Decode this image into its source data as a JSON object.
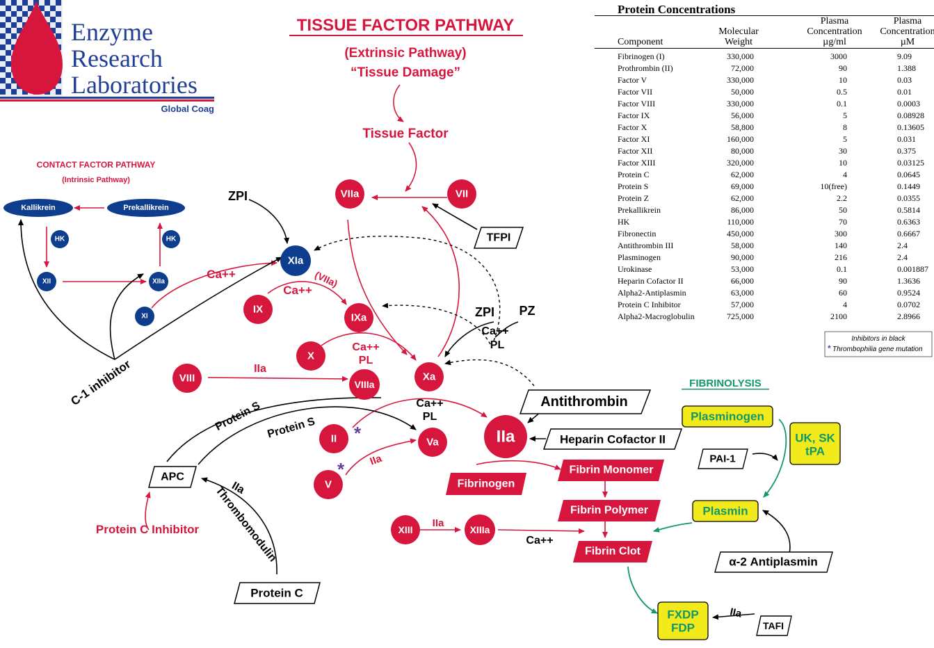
{
  "brand": {
    "line1": "Enzyme",
    "line2": "Research",
    "line3": "Laboratories",
    "sub": "Global Coag"
  },
  "title": {
    "main": "TISSUE FACTOR PATHWAY",
    "sub1": "(Extrinsic Pathway)",
    "sub2": "“Tissue Damage”",
    "tissue_factor": "Tissue Factor"
  },
  "contact": {
    "title": "CONTACT FACTOR PATHWAY",
    "sub": "(Intrinsic Pathway)",
    "kallikrein": "Kallikrein",
    "prekallikrein": "Prekallikrein",
    "hk1": "HK",
    "hk2": "HK",
    "xii": "XII",
    "xiia": "XIIa",
    "xi": "XI",
    "c1": "C-1 inhibitor"
  },
  "factors": {
    "vii": "VII",
    "viia": "VIIa",
    "xia": "XIa",
    "ix": "IX",
    "ixa": "IXa",
    "x": "X",
    "xa": "Xa",
    "viii": "VIII",
    "viiia": "VIIIa",
    "ii": "II",
    "iia": "IIa",
    "v": "V",
    "va": "Va",
    "xiii": "XIII",
    "xiiia": "XIIIa"
  },
  "labels": {
    "zpi1": "ZPI",
    "tfpi": "TFPI",
    "ca1": "Ca++",
    "ca2": "Ca++",
    "viia_paren": "(VIIa)",
    "ca3a": "Ca++",
    "ca3b": "PL",
    "zpi2": "ZPI",
    "pz": "PZ",
    "ca4a": "Ca++",
    "ca4b": "PL",
    "iia1": "IIa",
    "ca5a": "Ca++",
    "ca5b": "PL",
    "antithrombin": "Antithrombin",
    "heparin": "Heparin Cofactor II",
    "protein_s1": "Protein S",
    "protein_s2": "Protein S",
    "apc": "APC",
    "iia2": "IIa",
    "iia3": "IIa",
    "thrombomodulin": "Thrombomodulin",
    "pci": "Protein C Inhibitor",
    "protein_c": "Protein C",
    "fibrinogen": "Fibrinogen",
    "fibrin_monomer": "Fibrin Monomer",
    "fibrin_polymer": "Fibrin Polymer",
    "fibrin_clot": "Fibrin Clot",
    "iia4": "IIa",
    "ca6": "Ca++"
  },
  "fibrinolysis": {
    "title": "FIBRINOLYSIS",
    "plasminogen": "Plasminogen",
    "uk": "UK, SK",
    "tpa": "tPA",
    "pai": "PAI-1",
    "plasmin": "Plasmin",
    "a2ap": "α-2 Antiplasmin",
    "fxdp": "FXDP",
    "fdp": "FDP",
    "iia": "IIa",
    "tafi": "TAFI"
  },
  "table": {
    "title": "Protein Concentrations",
    "headers": [
      [
        "Component"
      ],
      [
        "Molecular",
        "Weight"
      ],
      [
        "Plasma",
        "Concentration",
        "µg/ml"
      ],
      [
        "Plasma",
        "Concentration",
        "µM"
      ]
    ],
    "rows": [
      [
        "Fibrinogen (I)",
        "330,000",
        "3000",
        "9.09"
      ],
      [
        "Prothrombin (II)",
        "72,000",
        "90",
        "1.388"
      ],
      [
        "Factor V",
        "330,000",
        "10",
        "0.03"
      ],
      [
        "Factor VII",
        "50,000",
        "0.5",
        "0.01"
      ],
      [
        "Factor VIII",
        "330,000",
        "0.1",
        "0.0003"
      ],
      [
        "Factor IX",
        "56,000",
        "5",
        "0.08928"
      ],
      [
        "Factor X",
        "58,800",
        "8",
        "0.13605"
      ],
      [
        "Factor XI",
        "160,000",
        "5",
        "0.031"
      ],
      [
        "Factor XII",
        "80,000",
        "30",
        "0.375"
      ],
      [
        "Factor XIII",
        "320,000",
        "10",
        "0.03125"
      ],
      [
        "Protein C",
        "62,000",
        "4",
        "0.0645"
      ],
      [
        "Protein S",
        "69,000",
        "10(free)",
        "0.1449"
      ],
      [
        "Protein Z",
        "62,000",
        "2.2",
        "0.0355"
      ],
      [
        "Prekallikrein",
        "86,000",
        "50",
        "0.5814"
      ],
      [
        "HK",
        "110,000",
        "70",
        "0.6363"
      ],
      [
        "Fibronectin",
        "450,000",
        "300",
        "0.6667"
      ],
      [
        "Antithrombin III",
        "58,000",
        "140",
        "2.4"
      ],
      [
        "Plasminogen",
        "90,000",
        "216",
        "2.4"
      ],
      [
        "Urokinase",
        "53,000",
        "0.1",
        "0.001887"
      ],
      [
        "Heparin Cofactor II",
        "66,000",
        "90",
        "1.3636"
      ],
      [
        "Alpha2-Antiplasmin",
        "63,000",
        "60",
        "0.9524"
      ],
      [
        "Protein C Inhibitor",
        "57,000",
        "4",
        "0.0702"
      ],
      [
        "Alpha2-Macroglobulin",
        "725,000",
        "2100",
        "2.8966"
      ]
    ]
  },
  "legend": {
    "line1": "Inhibitors in black",
    "line2": "Thrombophilia gene mutation",
    "star": "*"
  },
  "colors": {
    "red": "#d6163c",
    "blue": "#0d3d8c",
    "green": "#13966a",
    "yellow": "#f2ea1a",
    "purple": "#6b3fa0"
  }
}
